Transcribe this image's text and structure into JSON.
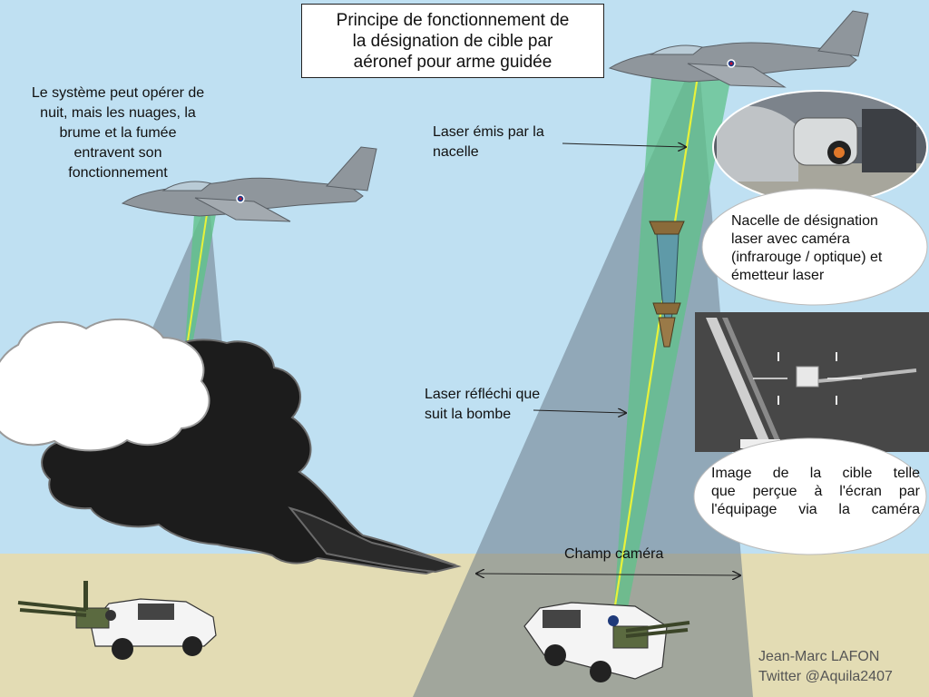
{
  "title": {
    "lines": [
      "Principe de fonctionnement de",
      "la désignation de cible par",
      "aéronef pour arme guidée"
    ]
  },
  "left_note": {
    "lines": [
      "Le système peut opérer de",
      "nuit, mais les nuages, la",
      "brume et la fumée",
      "entravent son",
      "fonctionnement"
    ]
  },
  "labels": {
    "laser_emitted": [
      "Laser émis par la",
      "nacelle"
    ],
    "laser_reflected": [
      "Laser réfléchi que",
      "suit la bombe"
    ],
    "camera_field": "Champ caméra"
  },
  "pod_description": [
    "Nacelle de désignation",
    "laser avec caméra",
    "(infrarouge / optique) et",
    "émetteur laser"
  ],
  "target_image_description": [
    "Image de la cible telle",
    "que perçue à l'écran par",
    "l'équipage via la caméra"
  ],
  "credit": [
    "Jean-Marc LAFON",
    "Twitter @Aquila2407"
  ],
  "colors": {
    "sky": "#bfe0f2",
    "ground": "#e3dcb4",
    "camera_cone": "#6b7a88",
    "laser_beam": "#e8f23a",
    "laser_glow": "#5fc28a",
    "smoke": "#1c1c1c",
    "cloud": "#ffffff",
    "aircraft": "#8f969c"
  }
}
